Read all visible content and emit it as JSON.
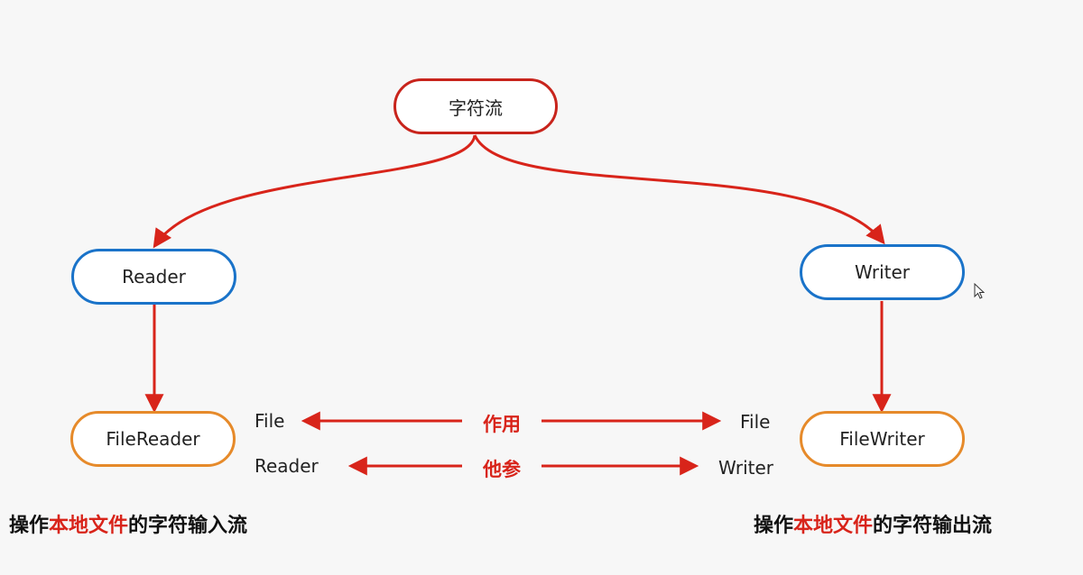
{
  "diagram": {
    "root": {
      "label": "字符流"
    },
    "reader": {
      "label": "Reader"
    },
    "writer": {
      "label": "Writer"
    },
    "file_reader": {
      "label": "FileReader"
    },
    "file_writer": {
      "label": "FileWriter"
    },
    "annotations": {
      "left_top": "File",
      "left_bottom": "Reader",
      "right_top": "File",
      "right_bottom": "Writer",
      "middle_top": "作用",
      "middle_bottom": "他参"
    },
    "captions": {
      "left": {
        "prefix": "操作",
        "highlight": "本地文件",
        "suffix": "的字符输入流"
      },
      "right": {
        "prefix": "操作",
        "highlight": "本地文件",
        "suffix": "的字符输出流"
      }
    }
  },
  "colors": {
    "arrow": "#d8241a",
    "root_border": "#c8241c",
    "reader_writer_border": "#1a73c9",
    "file_node_border": "#e68a2a",
    "highlight": "#d8241a"
  }
}
